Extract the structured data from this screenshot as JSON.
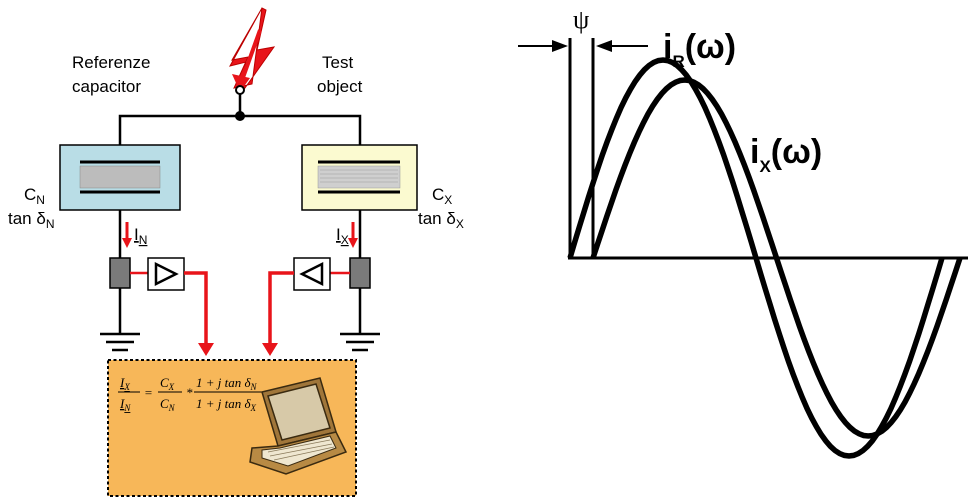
{
  "circuit": {
    "reference_label_line1": "Referenze",
    "reference_label_line2": "capacitor",
    "test_label_line1": "Test",
    "test_label_line2": "object",
    "cn_symbol": "C",
    "cn_sub": "N",
    "tan_dn": "tan δ",
    "tan_dn_sub": "N",
    "cx_symbol": "C",
    "cx_sub": "X",
    "tan_dx": "tan δ",
    "tan_dx_sub": "X",
    "current_n": "I",
    "current_n_sub": "N",
    "current_x": "I",
    "current_x_sub": "X",
    "formula": {
      "lhs_num": "I",
      "lhs_num_sub": "X",
      "lhs_den": "I",
      "lhs_den_sub": "N",
      "eq": "=",
      "c_num": "C",
      "c_num_sub": "X",
      "c_den": "C",
      "c_den_sub": "N",
      "times": "*",
      "t_num": "1 + j tan δ",
      "t_num_sub": "N",
      "t_den": "1 + j tan δ",
      "t_den_sub": "X"
    },
    "colors": {
      "reference_box": "#b9dde6",
      "test_box": "#fbfad0",
      "computer_box": "#f7b759",
      "signal": "#e8141a"
    }
  },
  "waveform": {
    "psi_label": "ψ",
    "ir_label": "i",
    "ir_sub": "R",
    "ir_arg": "(ω)",
    "ix_label": "i",
    "ix_sub": "X",
    "ix_arg": "(ω)"
  }
}
